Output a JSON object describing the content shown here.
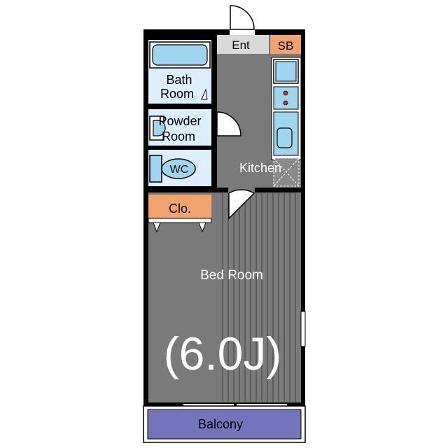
{
  "labels": {
    "entrance": "Ent",
    "shoe_box": "SB",
    "bath_room_line1": "Bath",
    "bath_room_line2": "Room",
    "powder_room_line1": "Powder",
    "powder_room_line2": "Room",
    "wc": "WC",
    "kitchen": "Kitchen",
    "closet": "Clo.",
    "bed_room": "Bed Room",
    "bed_room_size": "(6.0J)",
    "balcony": "Balcony"
  },
  "colors": {
    "wall": "#000000",
    "floor_gray": "#7a7a7a",
    "wet_area_blue": "#dcefff",
    "fixture_blue": "#9fd6ef",
    "closet_orange": "#f2a36b",
    "shoe_box_orange": "#f2a36b",
    "balcony_purple": "#7474bd",
    "entrance_gray": "#d9d9d9",
    "text_dark": "#000000",
    "text_light": "#ffffff"
  }
}
